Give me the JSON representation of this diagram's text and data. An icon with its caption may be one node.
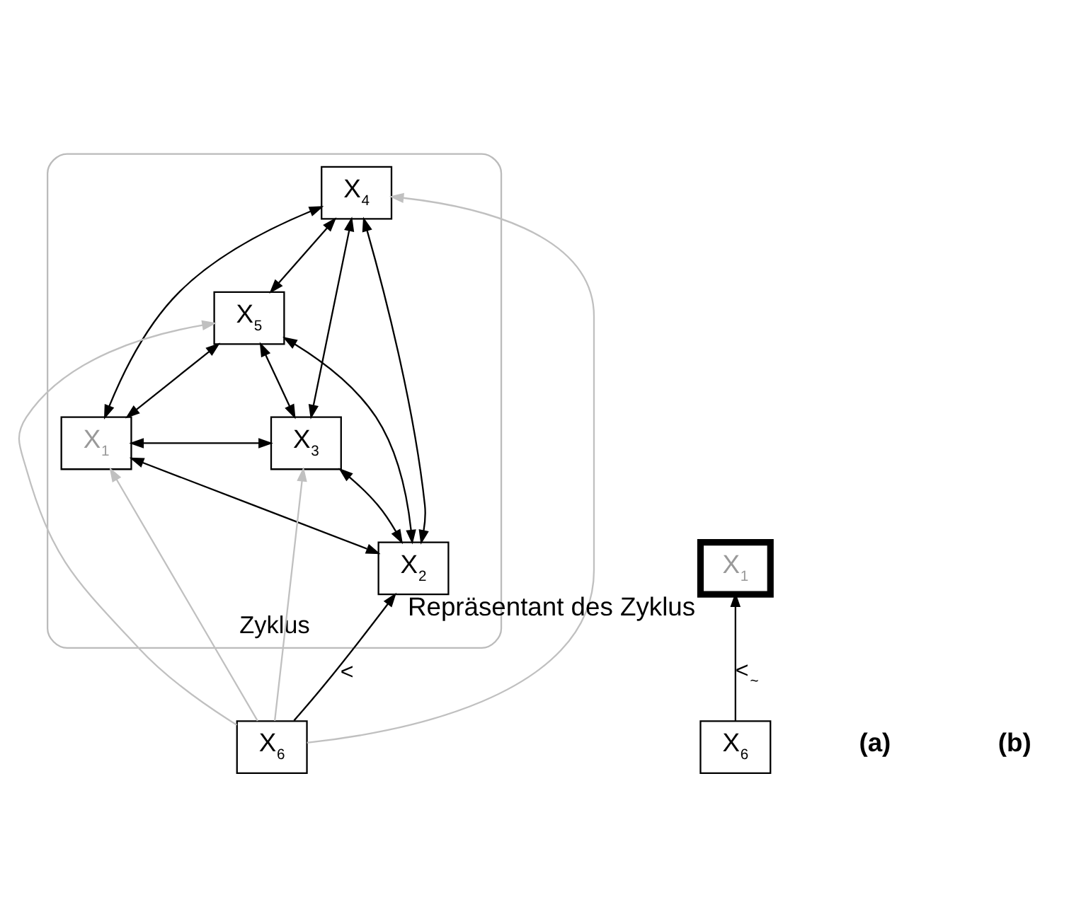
{
  "diagram": {
    "nodes": [
      {
        "text": [
          "Zyklus"
        ]
      },
      {
        "text": [
          "X$_{5}$"
        ],
        "in": 0
      },
      {
        "text": [
          "X$_{4}$"
        ],
        "in": 0
      },
      {
        "text": [
          "X$_{1}$"
        ],
        "in": 0
      },
      {
        "text": [
          "X$_{3}$"
        ],
        "in": 0
      },
      {
        "text": [
          "X$_{2}$"
        ],
        "in": 0
      },
      {
        "text": [
          "X$_{6}$"
        ]
      },
      {
        "text": [
          "X$_{1}$"
        ],
        "beside": [
          "Repräsentant des Zyklus"
        ]
      },
      {
        "text": [
          "X$_{6}$"
        ]
      }
    ],
    "edges": [
      {
        "from": 5,
        "to": 3,
        "arrow": "both"
      },
      {
        "from": 5,
        "to": 4,
        "arrow": "both"
      },
      {
        "from": 5,
        "to": 1,
        "arrow": "both"
      },
      {
        "from": 5,
        "to": 2,
        "arrow": "both"
      },
      {
        "from": 3,
        "to": 1,
        "arrow": "both"
      },
      {
        "from": 4,
        "to": 2,
        "arrow": "both"
      },
      {
        "from": 3,
        "to": 2,
        "arrow": "both"
      },
      {
        "from": 4,
        "to": 1,
        "arrow": "both"
      },
      {
        "from": 3,
        "to": 4,
        "arrow": "both"
      },
      {
        "from": 1,
        "to": 2,
        "arrow": "both"
      },
      {
        "from": 6,
        "to": 5,
        "arrow": "to",
        "label": "<"
      },
      {
        "from": 6,
        "to": 3,
        "arrow": "to",
        "color": "#c0c0c0"
      },
      {
        "from": 6,
        "to": 1,
        "arrow": "to",
        "color": "#c0c0c0"
      },
      {
        "from": 6,
        "to": 2,
        "arrow": "to",
        "color": "#c0c0c0"
      },
      {
        "from": 6,
        "to": 4,
        "arrow": "to",
        "color": "#c0c0c0"
      },
      {
        "from": 8,
        "to": 7,
        "arrow": "to",
        "label": "<$_{~}$"
      }
    ],
    "labels": [
      "(a)",
      "(b)"
    ]
  }
}
